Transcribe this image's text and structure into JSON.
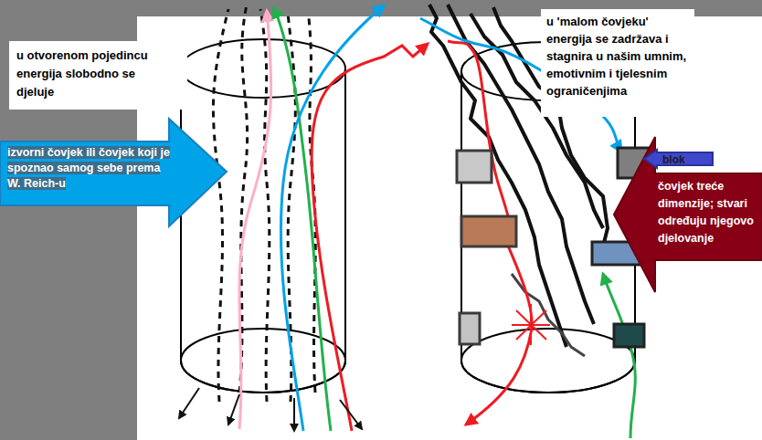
{
  "diagram": {
    "nodes": [
      {
        "text": [
          "u otvorenom pojedincu energija slobodno se djeluje"
        ]
      },
      {
        "text": [
          "izvorni čovjek ili čovjek koji je spoznao samog sebe prema W. Reich-u"
        ]
      },
      {
        "text": [
          "u 'malom čovjeku' energija se zadržava i stagnira u našim umnim, emotivnim i tjelesnim ograničenjima"
        ]
      },
      {
        "text": [
          "čovjek treće dimenzije; stvari određuju njegovo djelovanje"
        ]
      },
      {
        "text": [
          "blok"
        ]
      }
    ]
  }
}
